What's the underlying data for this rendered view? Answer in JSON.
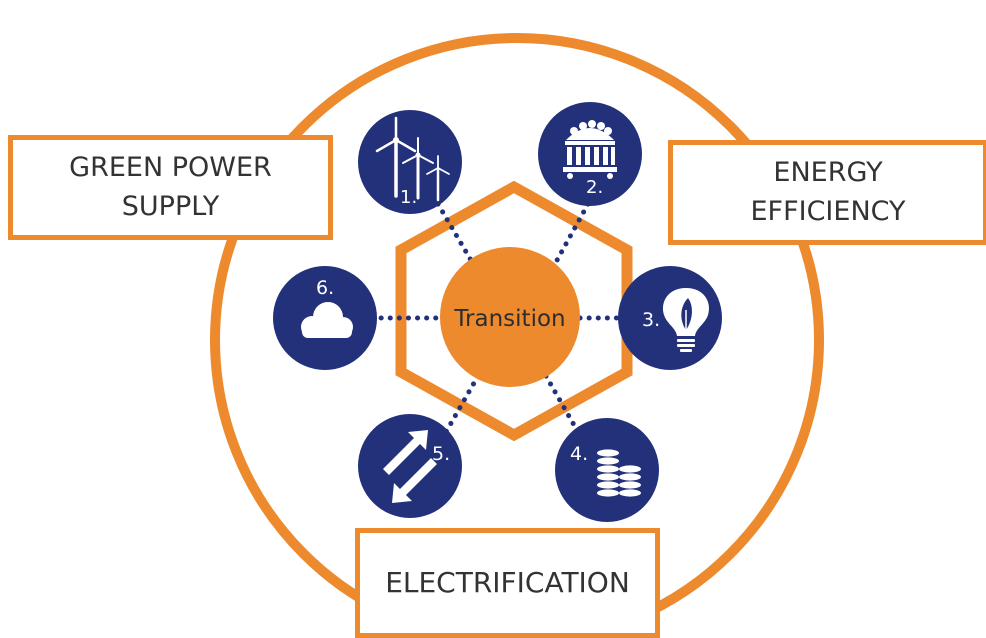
{
  "colors": {
    "orange": "#ec8a2d",
    "navy": "#22317a",
    "white": "#ffffff",
    "text": "#333333"
  },
  "center": {
    "label": "Transition"
  },
  "boxes": {
    "green_power_supply": {
      "line1": "GREEN POWER",
      "line2": "SUPPLY"
    },
    "energy_efficiency": {
      "line1": "ENERGY",
      "line2": "EFFICIENCY"
    },
    "electrification": {
      "label": "ELECTRIFICATION"
    }
  },
  "nodes": [
    {
      "number": "1.",
      "icon": "wind-turbines-icon"
    },
    {
      "number": "2.",
      "icon": "industrial-plant-icon"
    },
    {
      "number": "3.",
      "icon": "eco-lightbulb-icon"
    },
    {
      "number": "4.",
      "icon": "coin-stacks-icon"
    },
    {
      "number": "5.",
      "icon": "exchange-arrows-icon"
    },
    {
      "number": "6.",
      "icon": "cloud-icon"
    }
  ]
}
